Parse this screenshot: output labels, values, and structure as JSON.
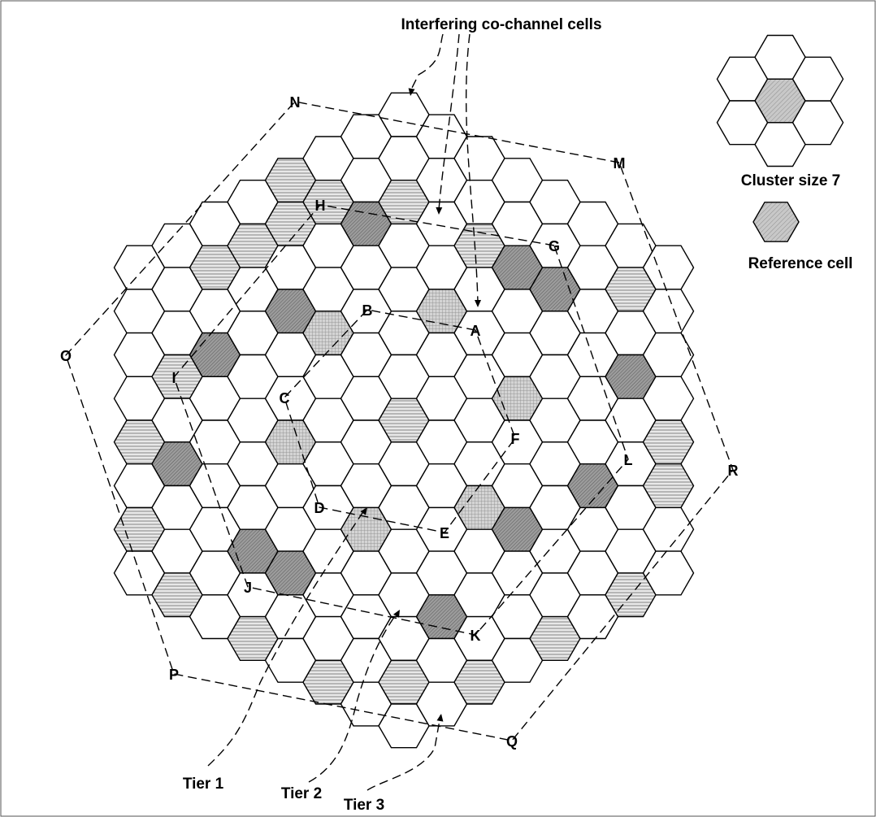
{
  "top_label": "Interfering co-channel cells",
  "cluster_label": "Cluster size 7",
  "reference_label": "Reference cell",
  "tier_labels": {
    "tier1": "Tier 1",
    "tier2": "Tier 2",
    "tier3": "Tier 3"
  },
  "cell_letters": {
    "A": "A",
    "B": "B",
    "C": "C",
    "D": "D",
    "E": "E",
    "F": "F",
    "G": "G",
    "H": "H",
    "I": "I",
    "J": "J",
    "K": "K",
    "L": "L",
    "M": "M",
    "N": "N",
    "O": "O",
    "P": "P",
    "Q": "Q",
    "R": "R"
  }
}
